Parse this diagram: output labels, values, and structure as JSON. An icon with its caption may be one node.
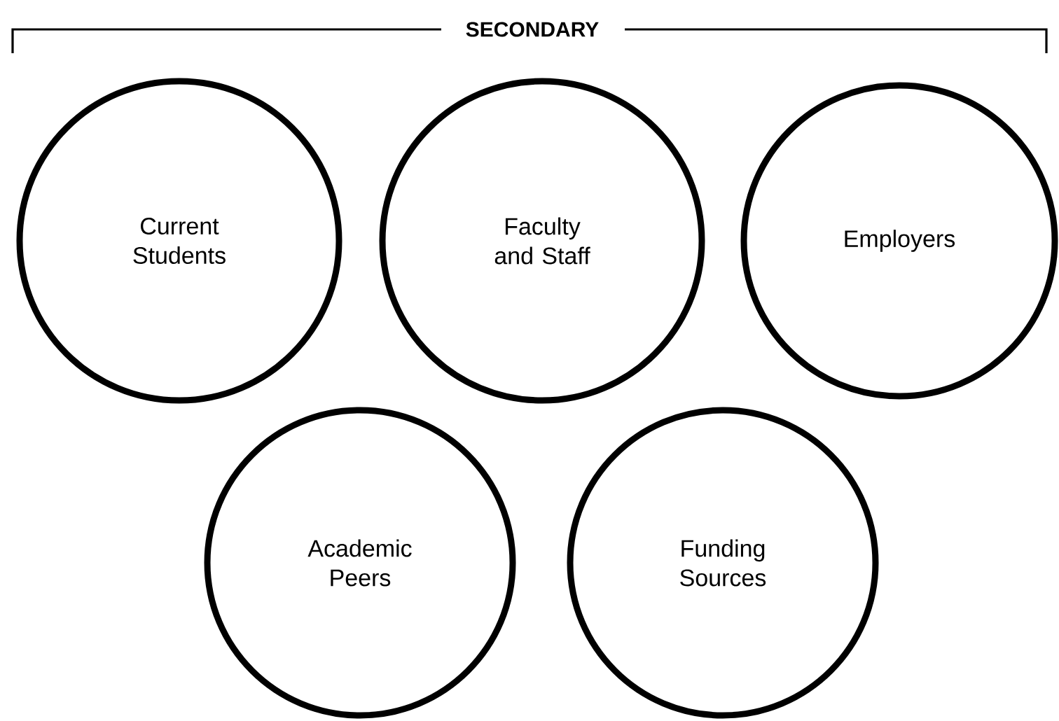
{
  "diagram": {
    "title": "SECONDARY",
    "nodes": [
      {
        "text": [
          "Current Students"
        ]
      },
      {
        "text": [
          "Faculty and Staff"
        ]
      },
      {
        "text": [
          "Employers"
        ]
      },
      {
        "text": [
          "Academic Peers"
        ]
      },
      {
        "text": [
          "Funding Sources"
        ]
      }
    ]
  }
}
